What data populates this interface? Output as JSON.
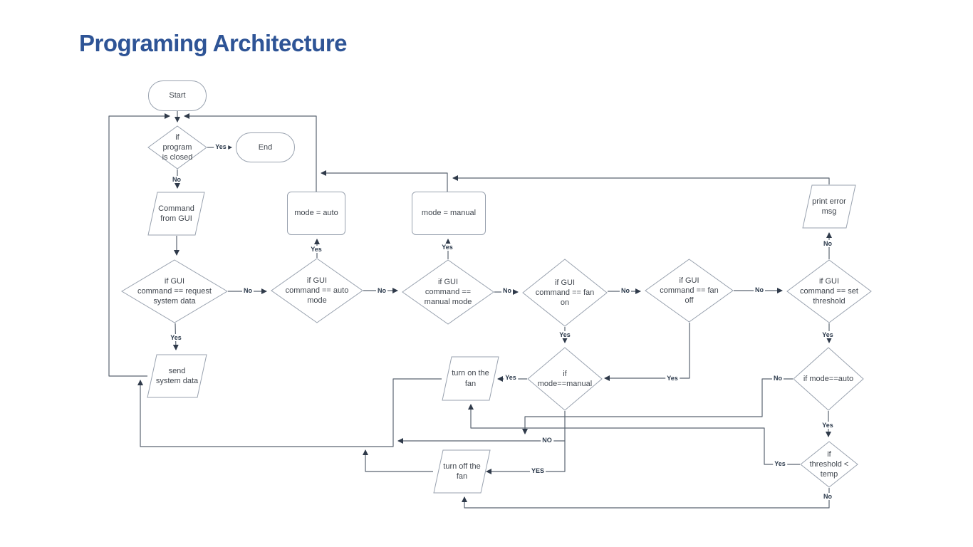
{
  "title": "Programing Architecture",
  "colors": {
    "title": "#2e5496",
    "background": "#ffffff",
    "node_border": "#99a2af",
    "node_text": "#40464e",
    "connector": "#5b6572",
    "arrowhead": "#2f3a4a",
    "label_text": "#2c3a4c"
  },
  "nodes": {
    "start": {
      "type": "terminator",
      "label": "Start"
    },
    "end": {
      "type": "terminator",
      "label": "End"
    },
    "program_closed": {
      "type": "decision",
      "label": "if\nprogram\nis closed"
    },
    "command_gui": {
      "type": "input-output",
      "label": "Command\nfrom GUI"
    },
    "request_data": {
      "type": "decision",
      "label": "if GUI\ncommand == request\nsystem data"
    },
    "send_data": {
      "type": "input-output",
      "label": "send\nsystem data"
    },
    "auto_q": {
      "type": "decision",
      "label": "if GUI\ncommand == auto\nmode"
    },
    "mode_auto": {
      "type": "process",
      "label": "mode = auto"
    },
    "manual_q": {
      "type": "decision",
      "label": "if GUI\ncommand ==\nmanual mode"
    },
    "mode_manual": {
      "type": "process",
      "label": "mode = manual"
    },
    "fanon_q": {
      "type": "decision",
      "label": "if GUI\ncommand == fan\non"
    },
    "fanoff_q": {
      "type": "decision",
      "label": "if GUI\ncommand == fan\noff"
    },
    "threshold_q": {
      "type": "decision",
      "label": "if GUI\ncommand == set\nthreshold"
    },
    "print_error": {
      "type": "input-output",
      "label": "print error\nmsg"
    },
    "manchk": {
      "type": "decision",
      "label": "if\nmode==manual"
    },
    "turn_on": {
      "type": "input-output",
      "label": "turn on the\nfan"
    },
    "mautochk": {
      "type": "decision",
      "label": "if mode==auto"
    },
    "thrchk": {
      "type": "decision",
      "label": "if\nthreshold <\ntemp"
    },
    "turn_off": {
      "type": "input-output",
      "label": "turn off the\nfan"
    }
  },
  "edge_labels": {
    "closed_yes": "Yes",
    "closed_no": "No",
    "req_no": "No",
    "req_yes": "Yes",
    "auto_yes": "Yes",
    "auto_no": "No",
    "man_yes": "Yes",
    "man_no": "No",
    "fanon_yes": "Yes",
    "fanon_no": "No",
    "fanoff_yes": "Yes",
    "fanoff_no": "No",
    "thr_no": "No",
    "thr_yes": "Yes",
    "manchk_yes": "Yes",
    "manchk_no": "NO",
    "manchk_yes2": "YES",
    "mauto_no": "No",
    "mauto_yes": "Yes",
    "thrchk_yes": "Yes",
    "thrchk_no": "No"
  }
}
